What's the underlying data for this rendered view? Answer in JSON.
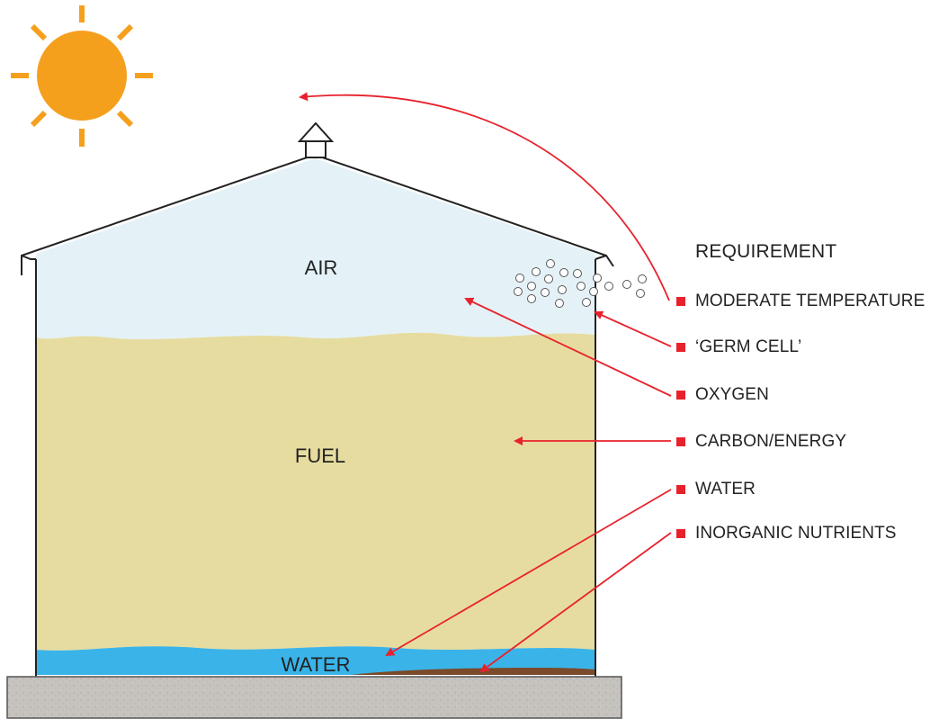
{
  "diagram": {
    "labels": {
      "air": "AIR",
      "fuel": "FUEL",
      "water": "WATER"
    },
    "legend": {
      "title": "REQUIREMENT",
      "items": [
        {
          "label": "MODERATE TEMPERATURE"
        },
        {
          "label": "‘GERM CELL’"
        },
        {
          "label": "OXYGEN"
        },
        {
          "label": "CARBON/ENERGY"
        },
        {
          "label": "WATER"
        },
        {
          "label": "INORGANIC NUTRIENTS"
        }
      ]
    },
    "colors": {
      "sun": "#f5a01d",
      "air": "#e4f2f8",
      "fuel": "#e6dca0",
      "water": "#3ab4e8",
      "sediment": "#7a4a2a",
      "foundation": "#c6c3bf",
      "arrow": "#e8222d",
      "outline": "#222222"
    },
    "icons": [
      "sun-icon",
      "roof-vent-icon",
      "germ-cells-icon",
      "bullet-square-icon"
    ]
  }
}
